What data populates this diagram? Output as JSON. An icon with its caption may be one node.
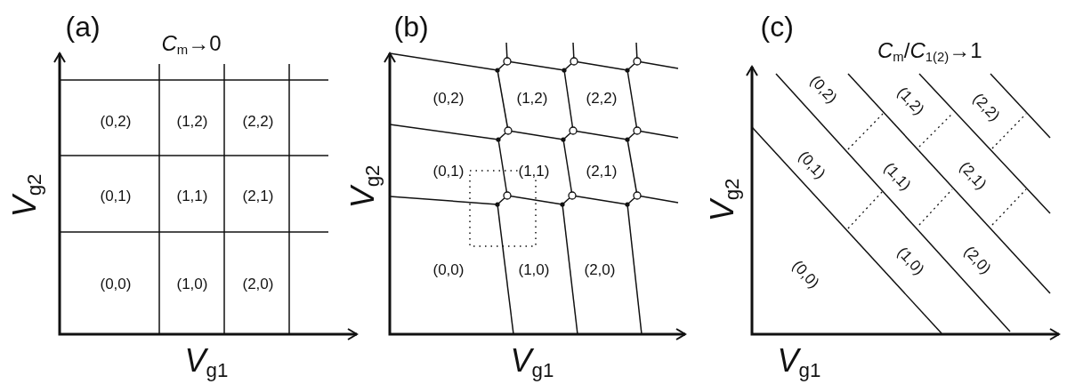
{
  "diagram": {
    "labels": [
      "(a)",
      "*C*$_{m}$→0",
      "(0,2)",
      "(1,2)",
      "(2,2)",
      "(0,1)",
      "(1,1)",
      "(2,1)",
      "(0,0)",
      "(1,0)",
      "(2,0)",
      "*V*$_{g2}$",
      "*V*$_{g1}$",
      "(b)",
      "(0,2)",
      "(1,2)",
      "(2,2)",
      "(0,1)",
      "(1,1)",
      "(2,1)",
      "(0,0)",
      "(1,0)",
      "(2,0)",
      "*V*$_{g2}$",
      "*V*$_{g1}$",
      "(c)",
      "*C*$_{m}$/*C*$_{1(2)}$→1",
      "(0,2)",
      "(1,2)",
      "(2,2)",
      "(0,1)",
      "(1,1)",
      "(2,1)",
      "(0,0)",
      "(1,0)",
      "(2,0)",
      "*V*$_{g2}$",
      "*V*$_{g1}$"
    ]
  }
}
